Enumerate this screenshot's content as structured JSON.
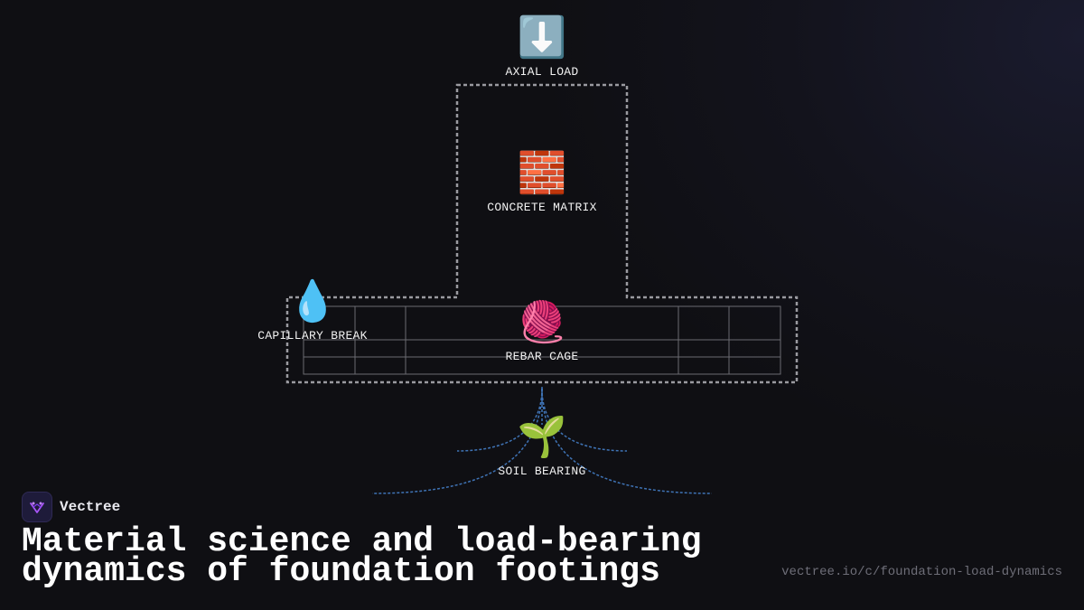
{
  "diagram": {
    "nodes": {
      "axial_load": {
        "icon": "down-arrow-icon",
        "emoji": "⬇️",
        "label": "AXIAL LOAD"
      },
      "concrete_matrix": {
        "icon": "brick-icon",
        "emoji": "🧱",
        "label": "CONCRETE MATRIX"
      },
      "capillary_break": {
        "icon": "droplet-icon",
        "emoji": "💧",
        "label": "CAPILLARY BREAK"
      },
      "rebar_cage": {
        "icon": "yarn-icon",
        "emoji": "🧶",
        "label": "REBAR CAGE"
      },
      "soil_bearing": {
        "icon": "seedling-icon",
        "emoji": "🌱",
        "label": "SOIL BEARING"
      }
    },
    "colors": {
      "footing_outline": "#9a9aa0",
      "rebar_grid": "#6b6b72",
      "soil_lines": "#3f73b5"
    }
  },
  "brand": {
    "name": "Vectree",
    "logo_icon": "vectree-logo-icon",
    "accent": "#a855f7"
  },
  "title": "Material science and load-bearing dynamics of foundation footings",
  "url": "vectree.io/c/foundation-load-dynamics"
}
